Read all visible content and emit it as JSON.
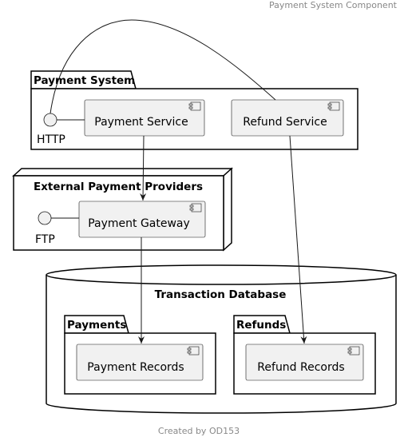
{
  "header": {
    "title": "Payment System Component"
  },
  "footer": {
    "caption": "Created by OD153"
  },
  "packages": {
    "payment_system": {
      "label": "Payment System"
    },
    "external_providers": {
      "label": "External Payment Providers"
    },
    "transaction_db": {
      "label": "Transaction Database"
    },
    "payments": {
      "label": "Payments"
    },
    "refunds": {
      "label": "Refunds"
    }
  },
  "components": {
    "payment_service": "Payment Service",
    "refund_service": "Refund Service",
    "payment_gateway": "Payment Gateway",
    "payment_records": "Payment Records",
    "refund_records": "Refund Records"
  },
  "interfaces": {
    "http": "HTTP",
    "ftp": "FTP"
  },
  "icons": {
    "component_icon": "uml-component-icon",
    "interface_icon": "interface-circle-icon",
    "arrow": "arrowhead"
  }
}
